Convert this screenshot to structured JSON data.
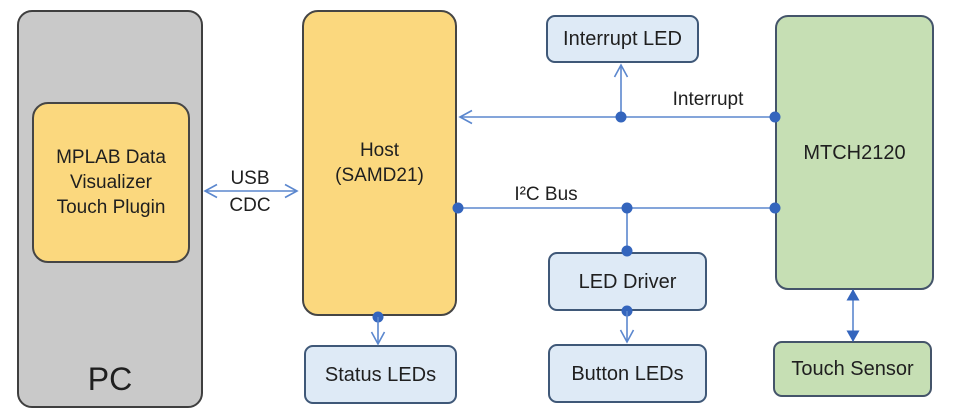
{
  "colors": {
    "pc_fill": "#C9C9C9",
    "pc_border": "#3F3F3F",
    "yellow_fill": "#FBD87E",
    "yellow_border": "#454545",
    "green_fill": "#C6DFB4",
    "green_border": "#44546A",
    "blue_fill": "#DEEAF6",
    "blue_border": "#3F5878",
    "wire": "#5B87CE",
    "wire_node": "#3465BD",
    "text": "#1F1F1F"
  },
  "nodes": {
    "pc": {
      "label": "PC"
    },
    "mplab_plugin": {
      "lines": [
        "MPLAB Data",
        "Visualizer",
        "Touch Plugin"
      ]
    },
    "host": {
      "lines": [
        "Host",
        "(SAMD21)"
      ]
    },
    "status_leds": {
      "label": "Status LEDs"
    },
    "interrupt_led": {
      "label": "Interrupt LED"
    },
    "led_driver": {
      "label": "LED Driver"
    },
    "button_leds": {
      "label": "Button LEDs"
    },
    "mtch2120": {
      "label": "MTCH2120"
    },
    "touch_sensor": {
      "label": "Touch Sensor"
    }
  },
  "edges": {
    "usb_cdc": {
      "label_top": "USB",
      "label_bottom": "CDC"
    },
    "interrupt": {
      "label": "Interrupt"
    },
    "i2c": {
      "label": "I²C Bus"
    }
  }
}
